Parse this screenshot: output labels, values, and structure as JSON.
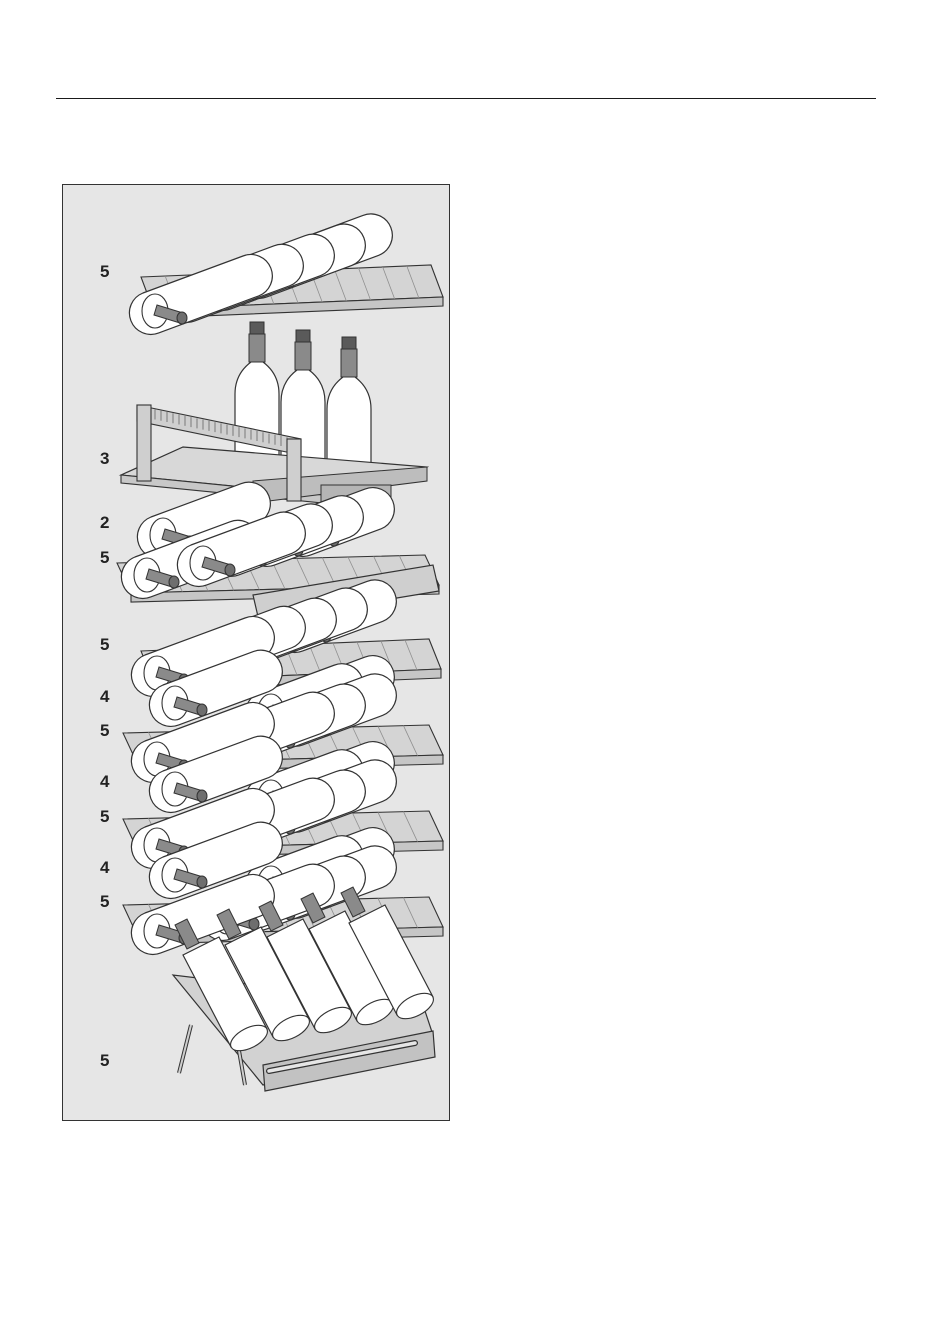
{
  "figure": {
    "labels": [
      "5",
      "3",
      "2",
      "5",
      "5",
      "4",
      "5",
      "4",
      "5",
      "4",
      "5",
      "5"
    ],
    "colors": {
      "panel": "#e6e6e6",
      "bottle_body": "#ffffff",
      "bottle_neck": "#8a8a8a",
      "shelf": "#d4d4d4",
      "outline": "#333333"
    },
    "icons": [
      "wine-bottle-icon",
      "wine-shelf-icon",
      "presentation-shelf-icon"
    ]
  }
}
